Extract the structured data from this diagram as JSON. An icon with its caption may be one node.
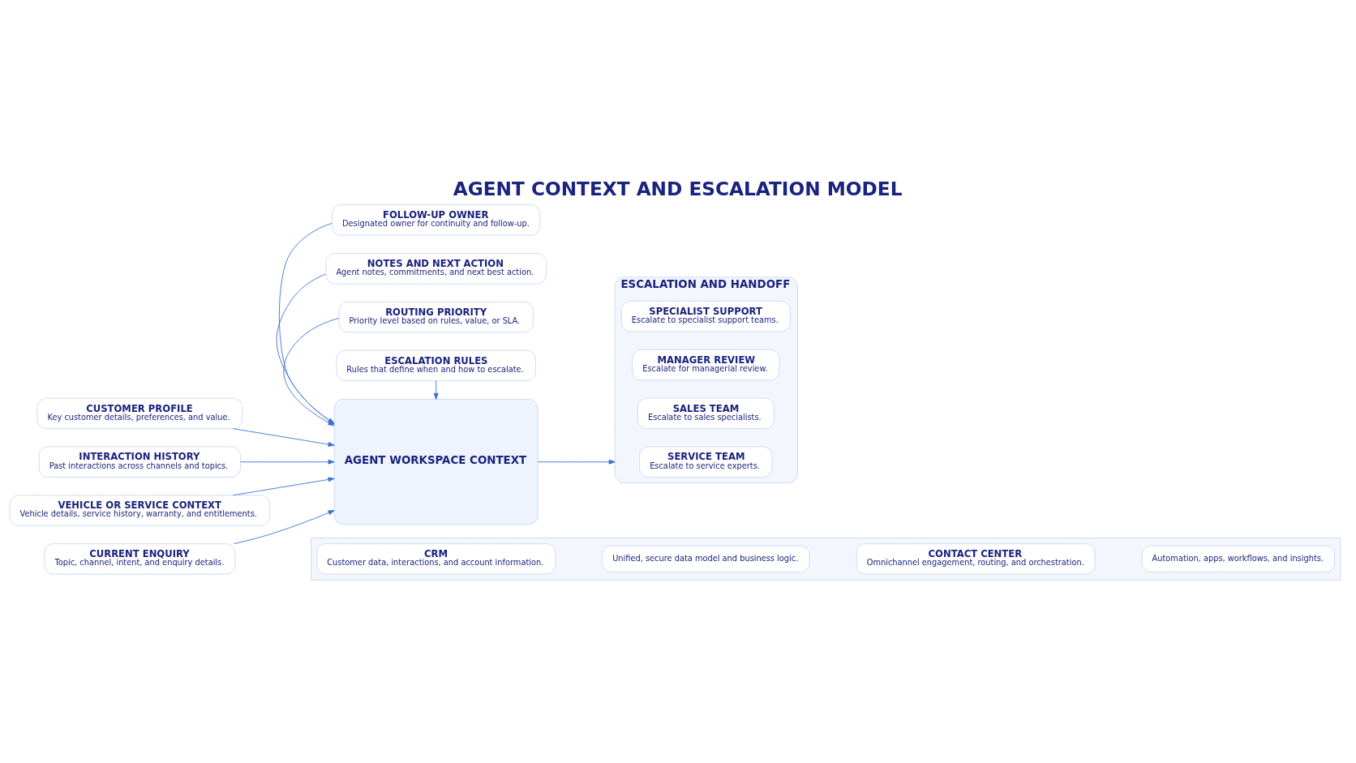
{
  "diagram": {
    "title": "AGENT CONTEXT AND ESCALATION MODEL",
    "nodes": [
      {
        "text": [
          "CUSTOMER PROFILE",
          "Key customer details, preferences, and value."
        ]
      },
      {
        "text": [
          "INTERACTION HISTORY",
          "Past interactions across channels and topics."
        ]
      },
      {
        "text": [
          "VEHICLE OR SERVICE CONTEXT",
          "Vehicle details, service history, warranty, and entitlements."
        ]
      },
      {
        "text": [
          "CURRENT ENQUIRY",
          "Topic, channel, intent, and enquiry details."
        ]
      },
      {
        "text": [
          "ROUTING PRIORITY",
          "Priority level based on rules, value, or SLA."
        ]
      },
      {
        "text": [
          "ESCALATION RULES",
          "Rules that define when and how to escalate."
        ]
      },
      {
        "text": [
          "AGENT WORKSPACE CONTEXT"
        ]
      },
      {
        "text": [
          "FOLLOW-UP OWNER",
          "Designated owner for continuity and follow-up."
        ]
      },
      {
        "text": [
          "NOTES AND NEXT ACTION",
          "Agent notes, commitments, and next best action."
        ]
      },
      {
        "text": [
          "ESCALATION AND HANDOFF"
        ]
      },
      {
        "text": [
          "SERVICE TEAM",
          "Escalate to service experts."
        ],
        "in": 9
      },
      {
        "text": [
          "SALES TEAM",
          "Escalate to sales specialists."
        ],
        "in": 9
      },
      {
        "text": [
          "MANAGER REVIEW",
          "Escalate for managerial review."
        ],
        "in": 9
      },
      {
        "text": [
          "SPECIALIST SUPPORT",
          "Escalate to specialist support teams."
        ],
        "in": 9
      },
      {
        "text": [],
        "shape": "box"
      },
      {
        "text": [
          "CRM",
          "Customer data, interactions, and account information."
        ],
        "in": 14
      },
      {
        "text": [
          "Unified, secure data model and business logic."
        ],
        "in": 14
      },
      {
        "text": [
          "CONTACT CENTER",
          "Omnichannel engagement, routing, and orchestration."
        ],
        "in": 14
      },
      {
        "text": [
          "Automation, apps, workflows, and insights."
        ],
        "in": 14
      }
    ],
    "edges": [
      {
        "from": 0,
        "to": 6,
        "arrow": "to"
      },
      {
        "from": 1,
        "to": 6,
        "arrow": "to"
      },
      {
        "from": 2,
        "to": 6,
        "arrow": "to"
      },
      {
        "from": 3,
        "to": 6,
        "arrow": "to"
      },
      {
        "from": 4,
        "to": 6,
        "arrow": "to"
      },
      {
        "from": 5,
        "to": 6,
        "arrow": "to"
      },
      {
        "from": 7,
        "to": 6,
        "arrow": "to"
      },
      {
        "from": 8,
        "to": 6,
        "arrow": "to"
      },
      {
        "from": 6,
        "to": 9,
        "arrow": "to"
      }
    ]
  }
}
